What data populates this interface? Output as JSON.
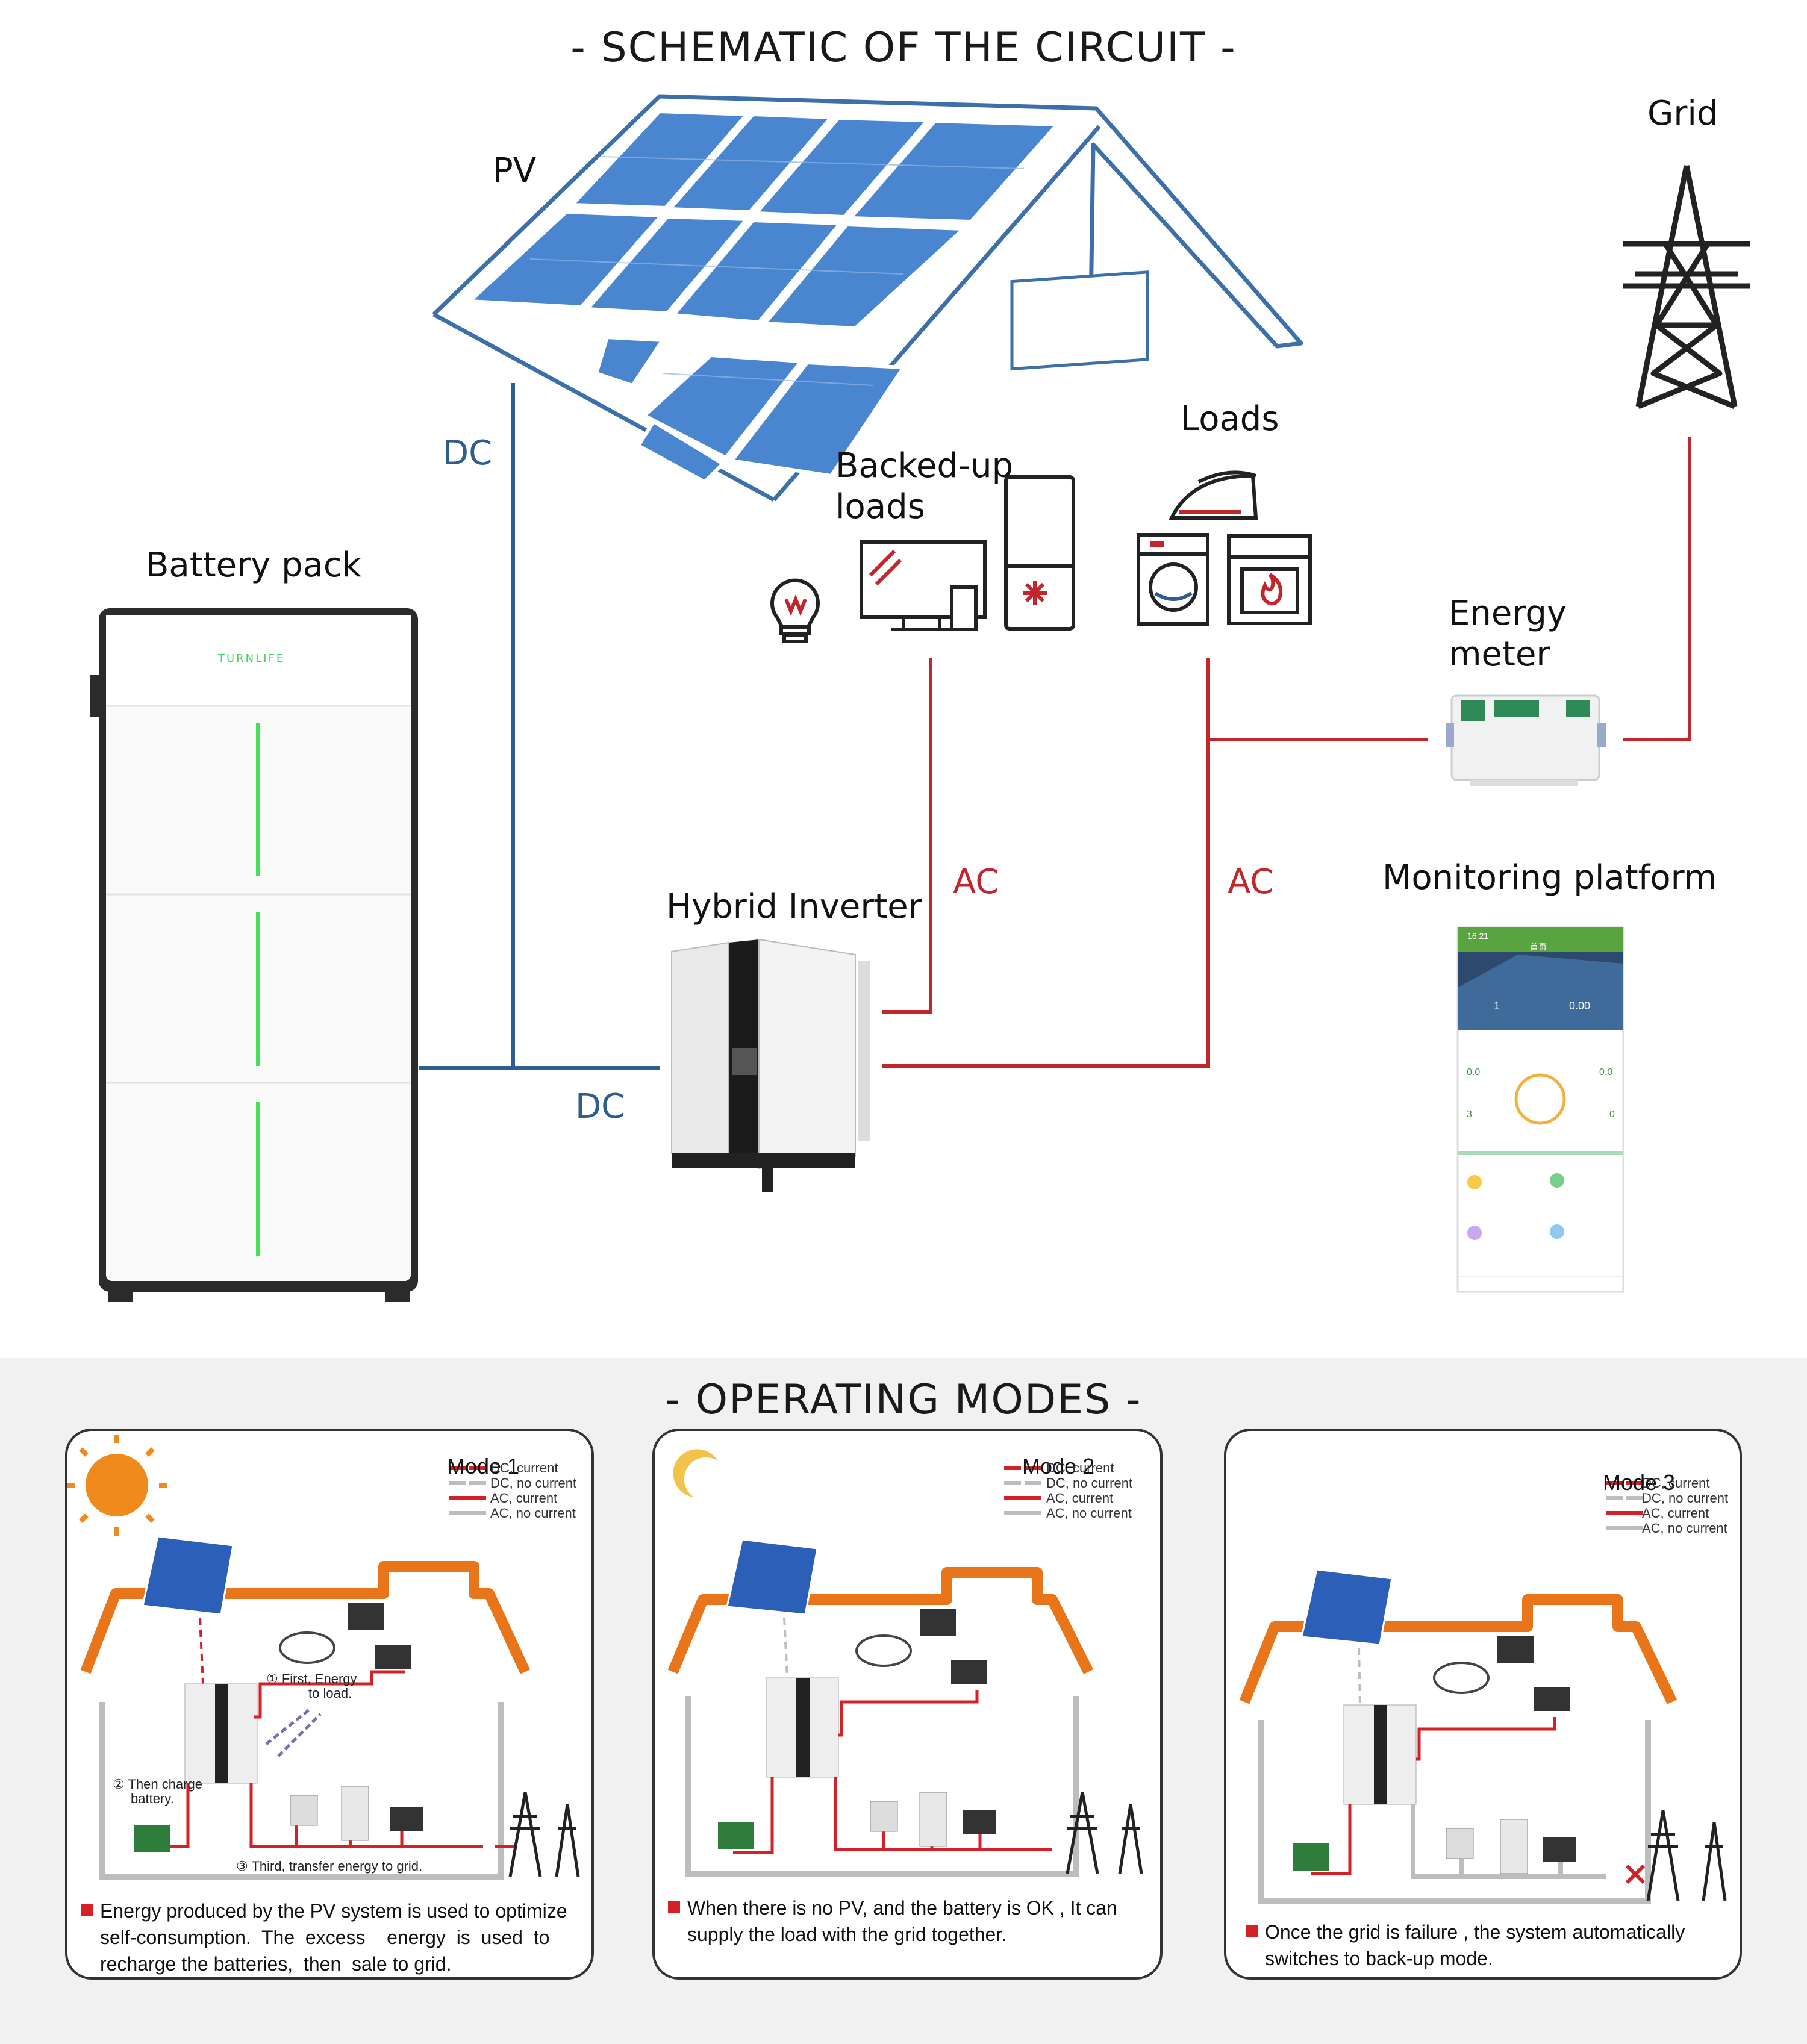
{
  "header": {
    "title": "- SCHEMATIC OF THE CIRCUIT -"
  },
  "labels": {
    "pv": "PV",
    "grid": "Grid",
    "battery_pack": "Battery pack",
    "battery_brand": "TURNLIFE",
    "backed_up_loads_line1": "Backed-up",
    "backed_up_loads_line2": "loads",
    "loads": "Loads",
    "energy_meter_line1": "Energy",
    "energy_meter_line2": "meter",
    "monitoring_platform": "Monitoring platform",
    "hybrid_inverter": "Hybrid Inverter",
    "dc_upper": "DC",
    "dc_lower": "DC",
    "ac_left": "AC",
    "ac_right": "AC"
  },
  "phone": {
    "status_time": "16:21",
    "title": "首页",
    "stat_left": "1",
    "stat_right": "0.00",
    "val1": "0.0",
    "val2": "0.0",
    "val3": "3",
    "val4": "0"
  },
  "colors": {
    "dc": "#2f5d8f",
    "ac": "#c0272d",
    "roof": "#3d6fa8",
    "panel": "#4a86d0",
    "orange_roof": "#e8751a"
  },
  "operating": {
    "title": "- OPERATING MODES -",
    "legend": [
      "DC, current",
      "DC, no current",
      "AC, current",
      "AC, no current"
    ],
    "modes": [
      {
        "title": "Mode 1",
        "step1_line1": "① First, Energy",
        "step1_line2": "to load.",
        "step2_line1": "② Then charge",
        "step2_line2": "battery.",
        "step3": "③ Third, transfer energy to grid.",
        "desc_line1": "Energy produced by the PV system is used to optimize",
        "desc_line2": "self-consumption.  The  excess    energy  is  used  to",
        "desc_line3": "recharge the batteries,  then  sale to grid."
      },
      {
        "title": "Mode 2",
        "desc_line1": "When there is no PV, and the battery is OK , It can",
        "desc_line2": "supply the load with the grid together."
      },
      {
        "title": "Mode 3",
        "desc_line1": "Once the grid is failure , the system automatically",
        "desc_line2": "switches to back-up mode."
      }
    ]
  }
}
